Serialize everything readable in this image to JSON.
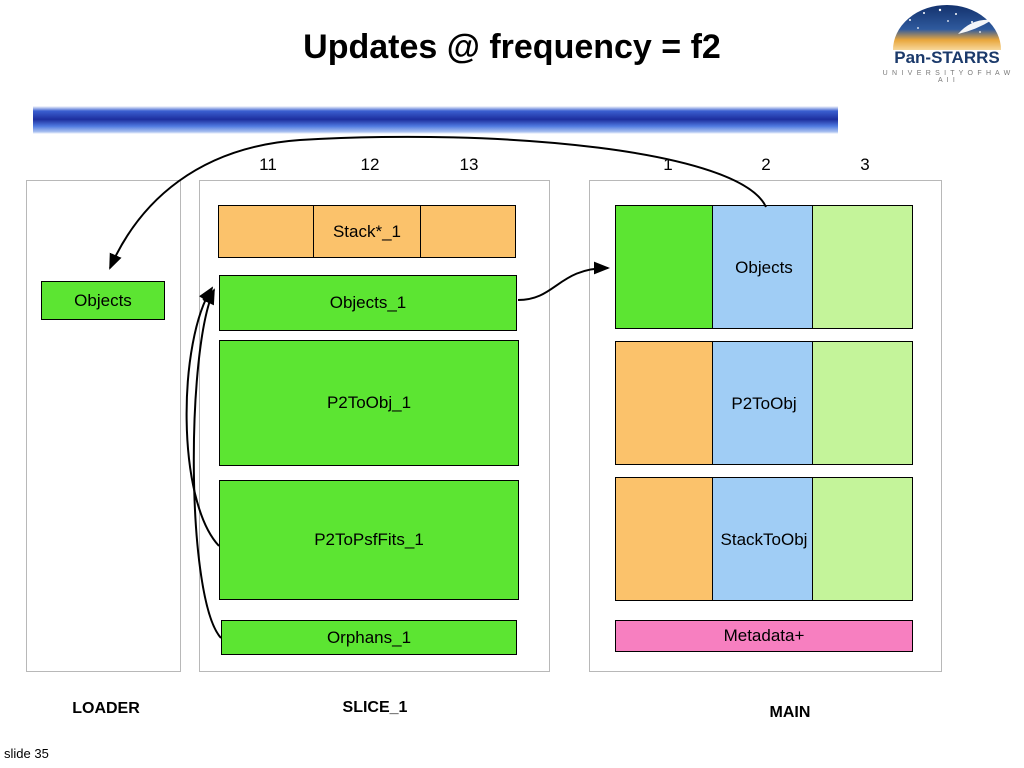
{
  "slide": {
    "title": "Updates @ frequency = f2",
    "footer": "slide 35"
  },
  "logo": {
    "name": "Pan-STARRS",
    "subtitle": "U N I V E R S I T Y   O F   H A W A I I"
  },
  "column_numbers": {
    "slice": [
      "11",
      "12",
      "13"
    ],
    "main": [
      "1",
      "2",
      "3"
    ]
  },
  "panels": {
    "loader": {
      "label": "LOADER",
      "boxes": [
        {
          "label": "Objects",
          "color": "#5ce532"
        }
      ]
    },
    "slice": {
      "label": "SLICE_1",
      "rows": [
        {
          "label": "Stack*_1",
          "color": "#fbc26b"
        },
        {
          "label": "Objects_1",
          "color": "#5ce532"
        },
        {
          "label": "P2ToObj_1",
          "color": "#5ce532"
        },
        {
          "label": "P2ToPsfFits_1",
          "color": "#5ce532"
        },
        {
          "label": "Orphans_1",
          "color": "#5ce532"
        }
      ]
    },
    "main": {
      "label": "MAIN",
      "rows": [
        {
          "label": "Objects",
          "segments": [
            "#5ce532",
            "#a0cdf5",
            "#c4f49a"
          ]
        },
        {
          "label": "P2ToObj",
          "segments": [
            "#fbc26b",
            "#a0cdf5",
            "#c4f49a"
          ]
        },
        {
          "label": "StackToObj",
          "segments": [
            "#fbc26b",
            "#a0cdf5",
            "#c4f49a"
          ]
        },
        {
          "label": "Metadata+",
          "segments": [
            "#f77fc0"
          ]
        }
      ]
    }
  },
  "colors": {
    "green": "#5ce532",
    "orange": "#fbc26b",
    "blue": "#a0cdf5",
    "light_green": "#c4f49a",
    "pink": "#f77fc0",
    "bar_blue": "#1d2f9e"
  }
}
